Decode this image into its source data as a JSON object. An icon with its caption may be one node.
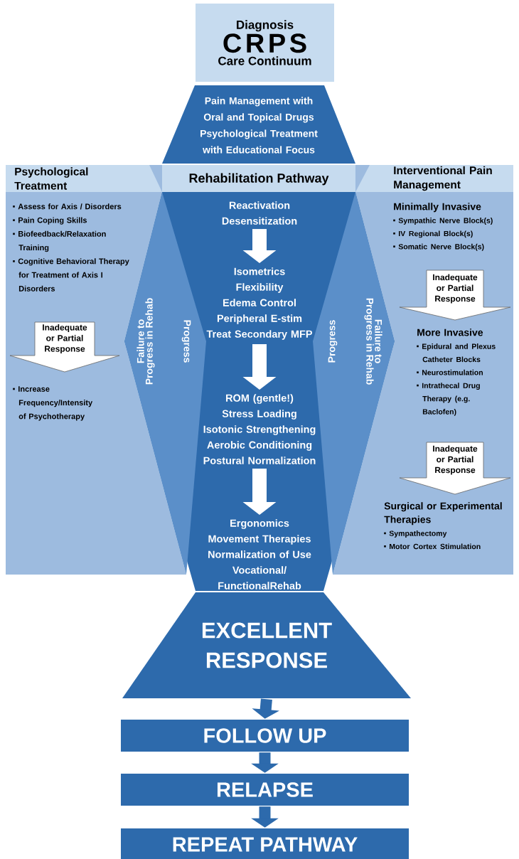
{
  "diagram": {
    "nodes": [
      {
        "text": [
          "Diagnosis",
          "CRPS",
          "Care Continuum"
        ]
      },
      {
        "text": [
          "Pain Management with Oral and Topical Drugs",
          "Psychological Treatment with Educational Focus"
        ]
      },
      {
        "text": [
          "Rehabilitation Pathway"
        ]
      },
      {
        "text": [
          "Reactivation",
          "Desensitization"
        ],
        "in": 2
      },
      {
        "text": [
          "Isometrics",
          "Flexibility",
          "Edema Control",
          "Peripheral E-stim",
          "Treat Secondary MFP"
        ],
        "in": 2
      },
      {
        "text": [
          "ROM (gentle!)",
          "Stress Loading",
          "Isotonic Strengthening",
          "Aerobic Conditioning",
          "Postural Normalization"
        ],
        "in": 2
      },
      {
        "text": [
          "Ergonomics",
          "Movement Therapies",
          "Normalization of Use",
          "Vocational/ FunctionalRehab"
        ],
        "in": 2
      },
      {
        "text": [
          "Psychological Treatment"
        ]
      },
      {
        "text": [
          "Assess for Axis / Disorders",
          "Pain Coping Skills",
          "Biofeedback/Relaxation Training",
          "Cognitive Behavioral Therapy for Treatment of Axis I Disorders"
        ],
        "in": 7
      },
      {
        "text": [
          "Inadequate or Partial Response"
        ],
        "in": 7
      },
      {
        "text": [
          "Increase Frequency/Intensity of Psychotherapy"
        ],
        "in": 7
      },
      {
        "text": [
          "Interventional Pain Management"
        ]
      },
      {
        "text": [
          "Minimally Invasive",
          "Sympathic Nerve Block(s)",
          "IV Regional Block(s)",
          "Somatic Nerve Block(s)"
        ],
        "in": 11
      },
      {
        "text": [
          "Inadequate or Partial Response"
        ],
        "in": 11
      },
      {
        "text": [
          "More Invasive",
          "Epidural and Plexus Catheter Blocks",
          "Neurostimulation",
          "Intrathecal Drug Therapy (e.g. Baclofen)"
        ],
        "in": 11
      },
      {
        "text": [
          "Inadequate or Partial Response"
        ],
        "in": 11
      },
      {
        "text": [
          "Surgical or Experimental Therapies",
          "Sympathectomy",
          "Motor Cortex Stimulation"
        ],
        "in": 11
      },
      {
        "text": [
          "EXCELLENT RESPONSE"
        ]
      },
      {
        "text": [
          "FOLLOW UP"
        ]
      },
      {
        "text": [
          "RELAPSE"
        ]
      },
      {
        "text": [
          "REPEAT PATHWAY"
        ]
      }
    ],
    "edges": [
      {
        "from": 3,
        "to": 4,
        "arrow": "to"
      },
      {
        "from": 4,
        "to": 5,
        "arrow": "to"
      },
      {
        "from": 5,
        "to": 6,
        "arrow": "to"
      },
      {
        "from": 17,
        "to": 18,
        "arrow": "to",
        "color": "#2d6aac"
      },
      {
        "from": 18,
        "to": 19,
        "arrow": "to",
        "color": "#2d6aac"
      },
      {
        "from": 19,
        "to": 20,
        "arrow": "to",
        "color": "#2d6aac"
      }
    ],
    "labels": [
      "Failure to Progress in Rehab",
      "Progress",
      "Progress",
      "Failure to Progress in Rehab"
    ]
  }
}
